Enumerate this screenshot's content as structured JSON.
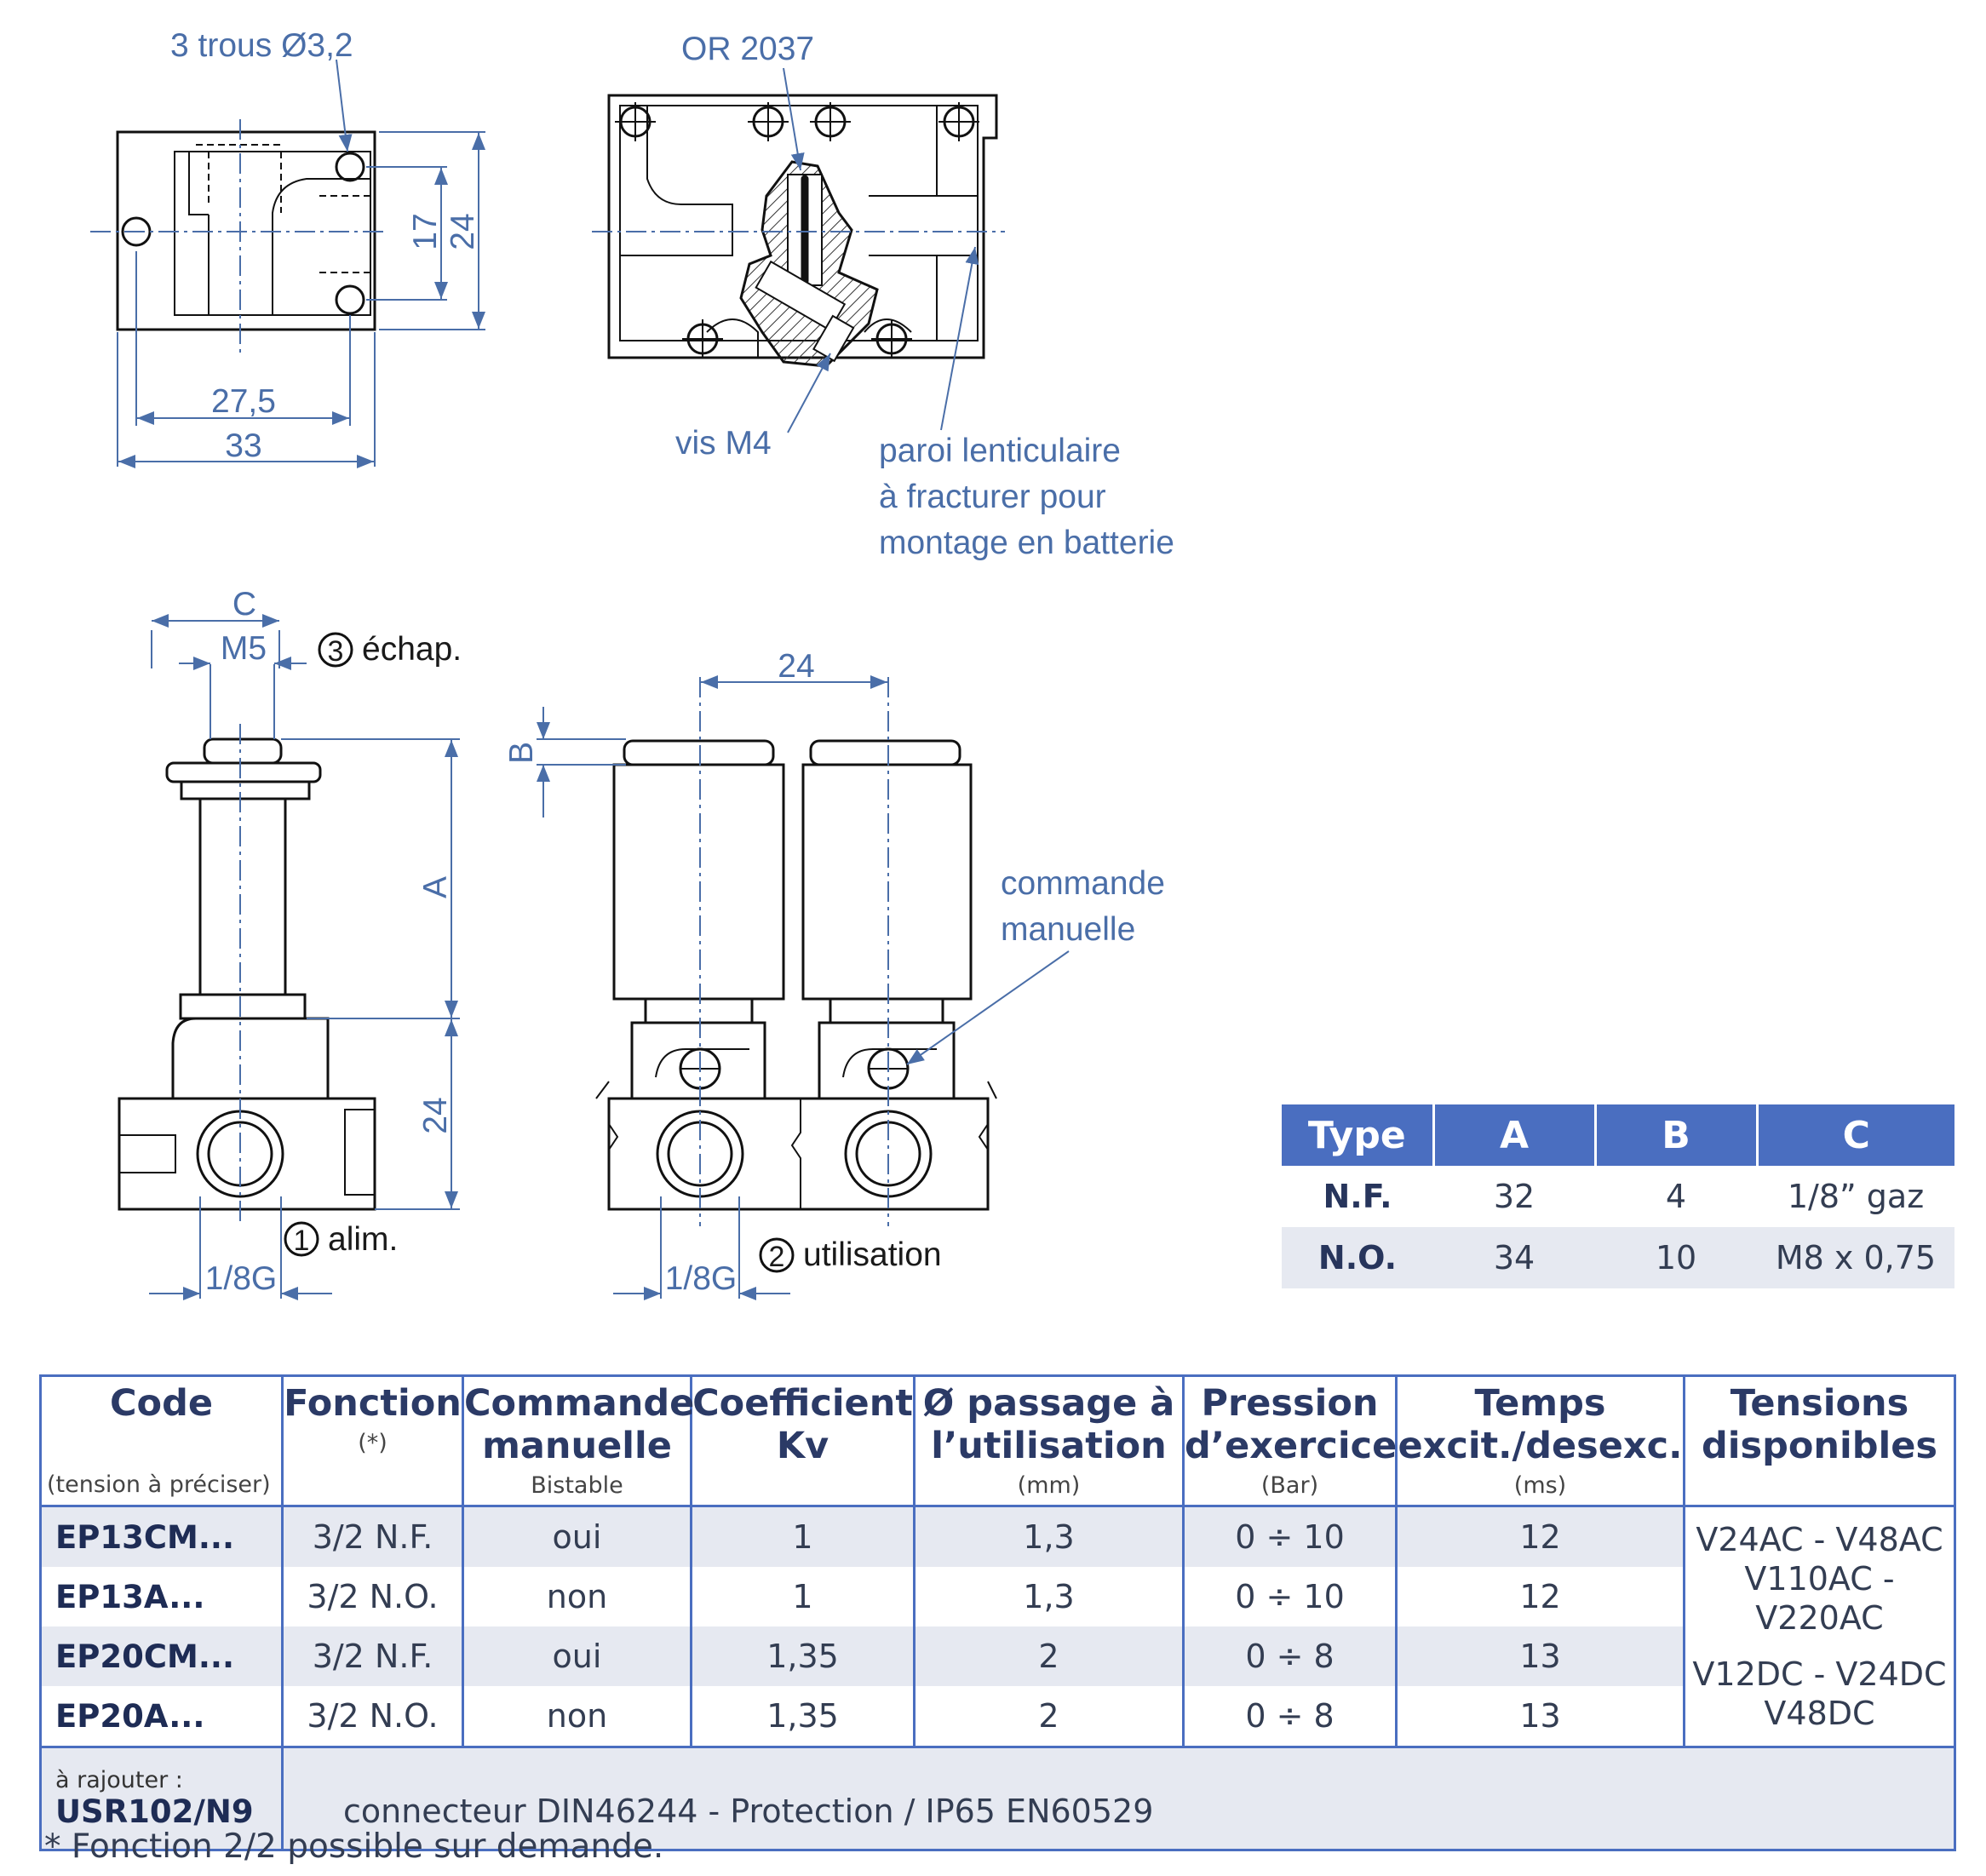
{
  "drawings": {
    "top_left": {
      "holes_label": "3 trous Ø3,2",
      "dim_17": "17",
      "dim_24": "24",
      "dim_275": "27,5",
      "dim_33": "33"
    },
    "top_right": {
      "oring_label": "OR 2037",
      "screw_label": "vis M4",
      "wall_label_1": "paroi lenticulaire",
      "wall_label_2": "à fracturer pour",
      "wall_label_3": "montage en batterie"
    },
    "side_view": {
      "dim_c": "C",
      "dim_m5": "M5",
      "port3_num": "3",
      "port3_label": "échap.",
      "dim_a": "A",
      "dim_24": "24",
      "port1_num": "1",
      "port1_label": "alim.",
      "dim_18g": "1/8G"
    },
    "front_view": {
      "dim_24": "24",
      "dim_b": "B",
      "manual_1": "commande",
      "manual_2": "manuelle",
      "port2_num": "2",
      "port2_label": "utilisation",
      "dim_18g": "1/8G"
    }
  },
  "type_table": {
    "headers": [
      "Type",
      "A",
      "B",
      "C"
    ],
    "rows": [
      [
        "N.F.",
        "32",
        "4",
        "1/8” gaz"
      ],
      [
        "N.O.",
        "34",
        "10",
        "M8 x 0,75"
      ]
    ]
  },
  "main_table": {
    "headers": [
      {
        "title": "Code",
        "sub_left": "(tension à préciser)"
      },
      {
        "title": "Fonction",
        "sub": "(*)"
      },
      {
        "title": "Commande manuelle",
        "sub": "Bistable"
      },
      {
        "title": "Coefficient Kv",
        "sub": ""
      },
      {
        "title": "Ø passage à l’utilisation",
        "sub": "(mm)"
      },
      {
        "title": "Pression d’exercice",
        "sub": "(Bar)"
      },
      {
        "title": "Temps excit./desexc.",
        "sub": "(ms)"
      },
      {
        "title": "Tensions disponibles",
        "sub": ""
      }
    ],
    "rows": [
      {
        "code": "EP13CM...",
        "fonction": "3/2 N.F.",
        "commande": "oui",
        "kv": "1",
        "passage": "1,3",
        "pression": "0 ÷ 10",
        "temps": "12"
      },
      {
        "code": "EP13A...",
        "fonction": "3/2 N.O.",
        "commande": "non",
        "kv": "1",
        "passage": "1,3",
        "pression": "0 ÷ 10",
        "temps": "12"
      },
      {
        "code": "EP20CM...",
        "fonction": "3/2 N.F.",
        "commande": "oui",
        "kv": "1,35",
        "passage": "2",
        "pression": "0 ÷ 8",
        "temps": "13"
      },
      {
        "code": "EP20A...",
        "fonction": "3/2 N.O.",
        "commande": "non",
        "kv": "1,35",
        "passage": "2",
        "pression": "0 ÷ 8",
        "temps": "13"
      }
    ],
    "tensions": {
      "ac_1": "V24AC - V48AC",
      "ac_2": "V110AC -",
      "ac_3": "V220AC",
      "dc_1": "V12DC - V24DC",
      "dc_2": "V48DC"
    },
    "footer": {
      "small": "à rajouter :",
      "code": "USR102/N9",
      "text": "connecteur DIN46244 - Protection / IP65 EN60529"
    }
  },
  "note": "* Fonction 2/2 possible sur demande.",
  "colors": {
    "accent": "#4a6ec0",
    "label_blue": "#4a6ea8",
    "row_shade": "#e6e9f1"
  }
}
